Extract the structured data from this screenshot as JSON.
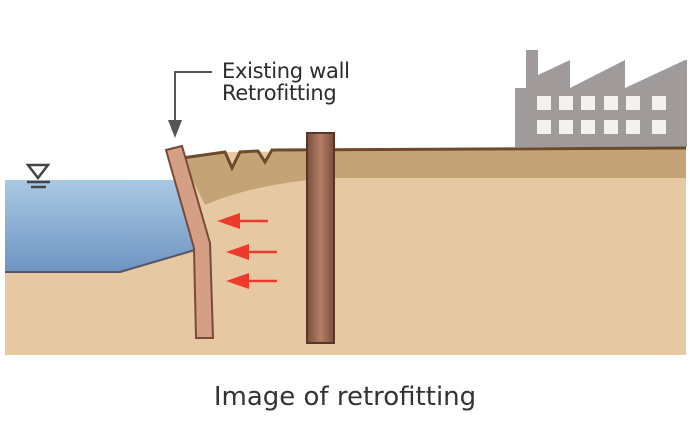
{
  "labels": {
    "line1": "Existing wall",
    "line2": "Retrofitting"
  },
  "caption": "Image of retrofitting",
  "colors": {
    "water": "#8fb5d6",
    "soil": "#e6c9a3",
    "topsoil": "#c4a377",
    "wall": "#d49f85",
    "pile": "#9c6b55",
    "arrow": "#ee3a2a",
    "factory": "#a09a9a"
  }
}
